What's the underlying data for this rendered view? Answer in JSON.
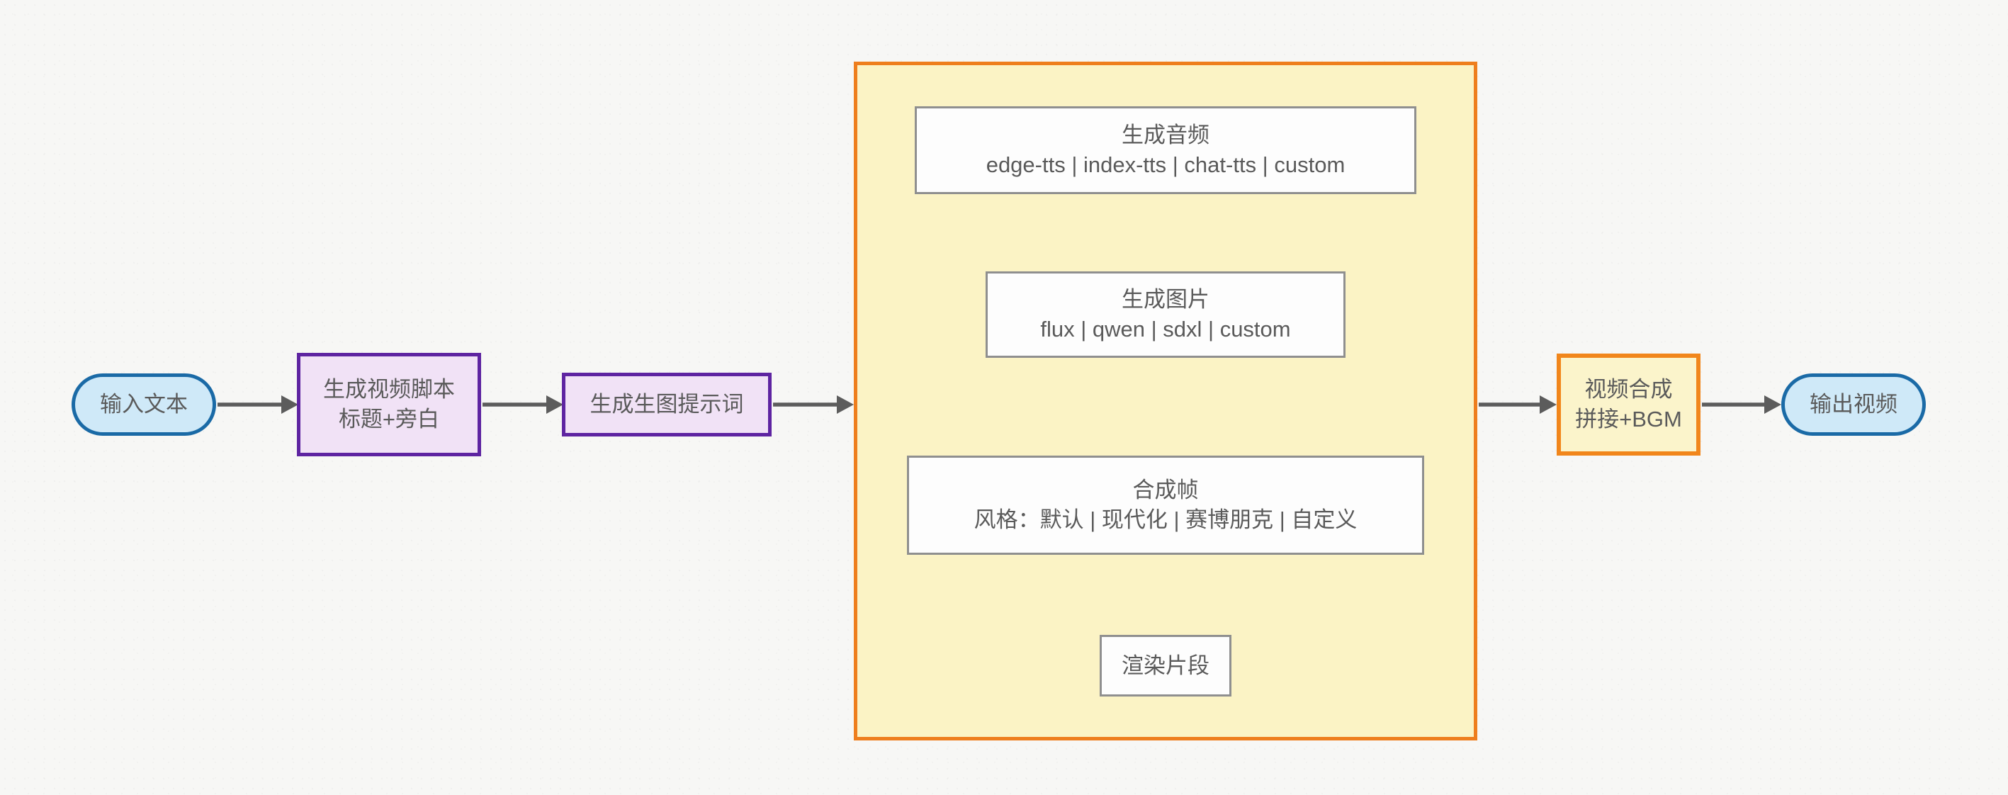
{
  "theme": {
    "background": "#F7F7F5",
    "arrow_color": "#5C5C5C",
    "text_color": "#5A5A5A",
    "pill_fill": "#CFE9F8",
    "pill_border": "#1A6AA6",
    "purple_fill": "#F1E2F6",
    "purple_border": "#5E24A1",
    "container_fill": "#FBF3C5",
    "container_border": "#EE7E1D",
    "white_fill": "#FDFDFD",
    "white_border": "#8F8F8F",
    "orange_fill": "#FBF4CB",
    "orange_border": "#F1861B"
  },
  "nodes": {
    "input": {
      "label": "输入文本"
    },
    "script": {
      "line1": "生成视频脚本",
      "line2": "标题+旁白"
    },
    "prompt": {
      "label": "生成生图提示词"
    },
    "audio": {
      "line1": "生成音频",
      "line2": "edge-tts | index-tts | chat-tts | custom"
    },
    "image": {
      "line1": "生成图片",
      "line2": "flux | qwen | sdxl | custom"
    },
    "frames": {
      "line1": "合成帧",
      "line2": "风格：默认 | 现代化 | 赛博朋克 | 自定义"
    },
    "render": {
      "label": "渲染片段"
    },
    "compose": {
      "line1": "视频合成",
      "line2": "拼接+BGM"
    },
    "output": {
      "label": "输出视频"
    }
  }
}
